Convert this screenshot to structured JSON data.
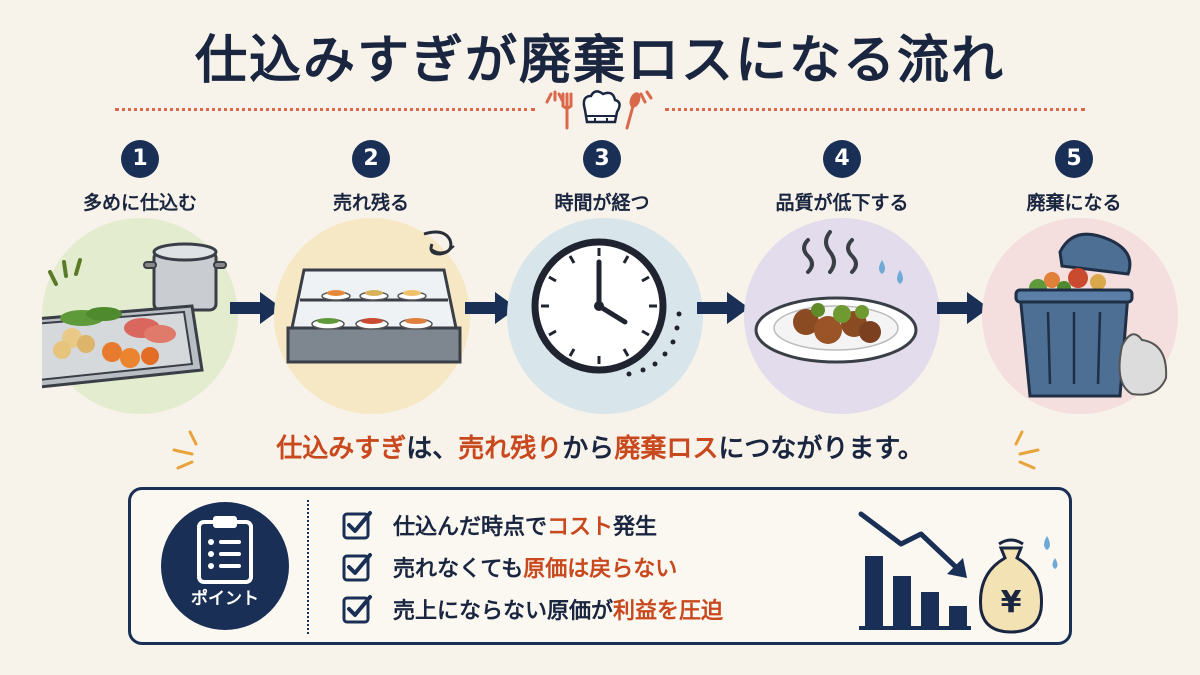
{
  "title": "仕込みすぎが廃棄ロスになる流れ",
  "steps": [
    {
      "number": "1",
      "label": "多めに仕込む",
      "icon": "food-tray-and-pot-icon",
      "bg": "#e4ecd0"
    },
    {
      "number": "2",
      "label": "売れ残る",
      "icon": "display-case-icon",
      "bg": "#f6e8c4"
    },
    {
      "number": "3",
      "label": "時間が経つ",
      "icon": "clock-icon",
      "bg": "#d8e6ec"
    },
    {
      "number": "4",
      "label": "品質が低下する",
      "icon": "spoiled-dish-icon",
      "bg": "#e3dcec"
    },
    {
      "number": "5",
      "label": "廃棄になる",
      "icon": "trash-can-icon",
      "bg": "#f4dede"
    }
  ],
  "summary": {
    "part1": "仕込みすぎ",
    "part2": "は、",
    "part3": "売れ残り",
    "part4": "から",
    "part5": "廃棄ロス",
    "part6": "につながります。"
  },
  "point": {
    "label": "ポイント",
    "items": [
      {
        "pre": "仕込んだ時点で",
        "hl": "コスト",
        "post": "発生"
      },
      {
        "pre": "売れなくても",
        "hl": "原価は戻らない",
        "post": ""
      },
      {
        "pre": "売上にならない原価が",
        "hl": "利益を圧迫",
        "post": ""
      }
    ]
  },
  "colors": {
    "navy": "#1a2f55",
    "accent": "#c9491f",
    "background": "#f8f3ea"
  }
}
